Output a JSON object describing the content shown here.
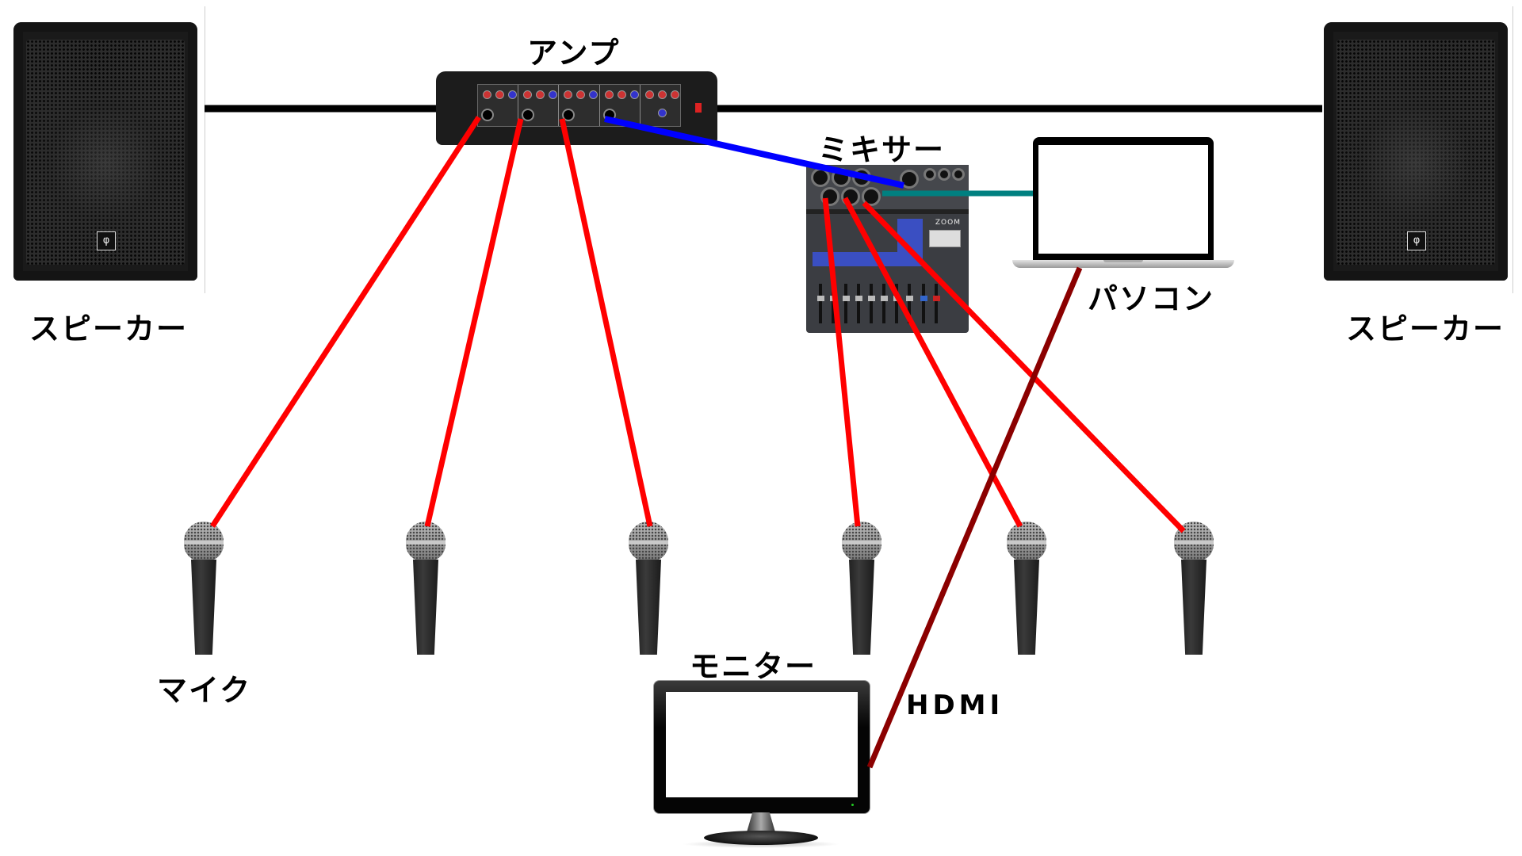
{
  "diagram": {
    "title": "Audio / AV connection diagram",
    "labels": {
      "speaker_left": "スピーカー",
      "speaker_right": "スピーカー",
      "amp": "アンプ",
      "mixer": "ミキサー",
      "pc": "パソコン",
      "mic": "マイク",
      "monitor": "モニター",
      "hdmi": "HDMI"
    },
    "nodes": [
      {
        "id": "speaker_left",
        "type": "speaker",
        "label": "スピーカー"
      },
      {
        "id": "speaker_right",
        "type": "speaker",
        "label": "スピーカー"
      },
      {
        "id": "amp",
        "type": "amplifier",
        "label": "アンプ"
      },
      {
        "id": "mixer",
        "type": "mixer",
        "label": "ミキサー"
      },
      {
        "id": "pc",
        "type": "laptop",
        "label": "パソコン"
      },
      {
        "id": "monitor",
        "type": "monitor",
        "label": "モニター"
      },
      {
        "id": "mic1",
        "type": "microphone",
        "label": "マイク"
      },
      {
        "id": "mic2",
        "type": "microphone",
        "label": ""
      },
      {
        "id": "mic3",
        "type": "microphone",
        "label": ""
      },
      {
        "id": "mic4",
        "type": "microphone",
        "label": ""
      },
      {
        "id": "mic5",
        "type": "microphone",
        "label": ""
      },
      {
        "id": "mic6",
        "type": "microphone",
        "label": ""
      }
    ],
    "edges": [
      {
        "from": "speaker_left",
        "to": "amp",
        "kind": "speaker-cable",
        "color": "#000000"
      },
      {
        "from": "amp",
        "to": "speaker_right",
        "kind": "speaker-cable",
        "color": "#000000"
      },
      {
        "from": "mic1",
        "to": "amp",
        "kind": "mic-cable",
        "color": "#ff0000"
      },
      {
        "from": "mic2",
        "to": "amp",
        "kind": "mic-cable",
        "color": "#ff0000"
      },
      {
        "from": "mic3",
        "to": "amp",
        "kind": "mic-cable",
        "color": "#ff0000"
      },
      {
        "from": "mixer",
        "to": "amp",
        "kind": "line-cable",
        "color": "#0000ff"
      },
      {
        "from": "pc",
        "to": "mixer",
        "kind": "usb-cable",
        "color": "#008080"
      },
      {
        "from": "mic4",
        "to": "mixer",
        "kind": "mic-cable",
        "color": "#ff0000"
      },
      {
        "from": "mic5",
        "to": "mixer",
        "kind": "mic-cable",
        "color": "#ff0000"
      },
      {
        "from": "mic6",
        "to": "mixer",
        "kind": "mic-cable",
        "color": "#ff0000"
      },
      {
        "from": "pc",
        "to": "monitor",
        "kind": "hdmi-cable",
        "label": "HDMI",
        "color": "#8b0000"
      }
    ],
    "colors": {
      "speaker_cable": "#000000",
      "mic_cable": "#ff0000",
      "line_cable": "#0000ff",
      "usb_cable": "#008080",
      "hdmi_cable": "#8b0000"
    },
    "mixer_brand": "ZOOM"
  }
}
